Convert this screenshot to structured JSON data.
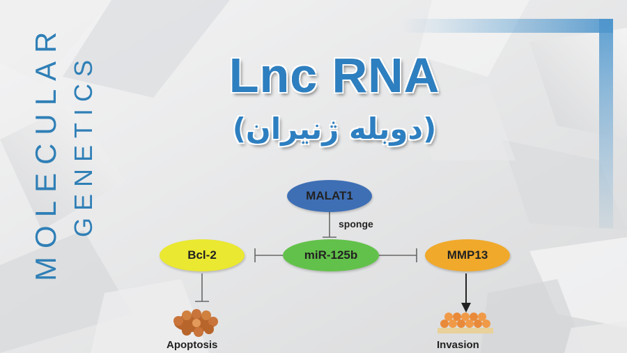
{
  "colors": {
    "accent_blue": "#2d7fc0",
    "side_text": "#2f7fb6",
    "malat1": "#3e6fb5",
    "mir": "#62c14a",
    "bcl2": "#eae830",
    "mmp13": "#f0a92a",
    "apoptosis_cell": "#c9743a",
    "invasion_cell": "#e98a3a"
  },
  "side": {
    "line1": "MOLECULAR",
    "line2": "GENETICS"
  },
  "title": "Lnc RNA",
  "subtitle": "(دوبله ژنیران)",
  "diagram": {
    "nodes": {
      "malat1": "MALAT1",
      "mir": "miR-125b",
      "bcl2": "Bcl-2",
      "mmp13": "MMP13"
    },
    "edge_label": "sponge",
    "outcomes": {
      "apoptosis": "Apoptosis",
      "invasion": "Invasion"
    }
  }
}
